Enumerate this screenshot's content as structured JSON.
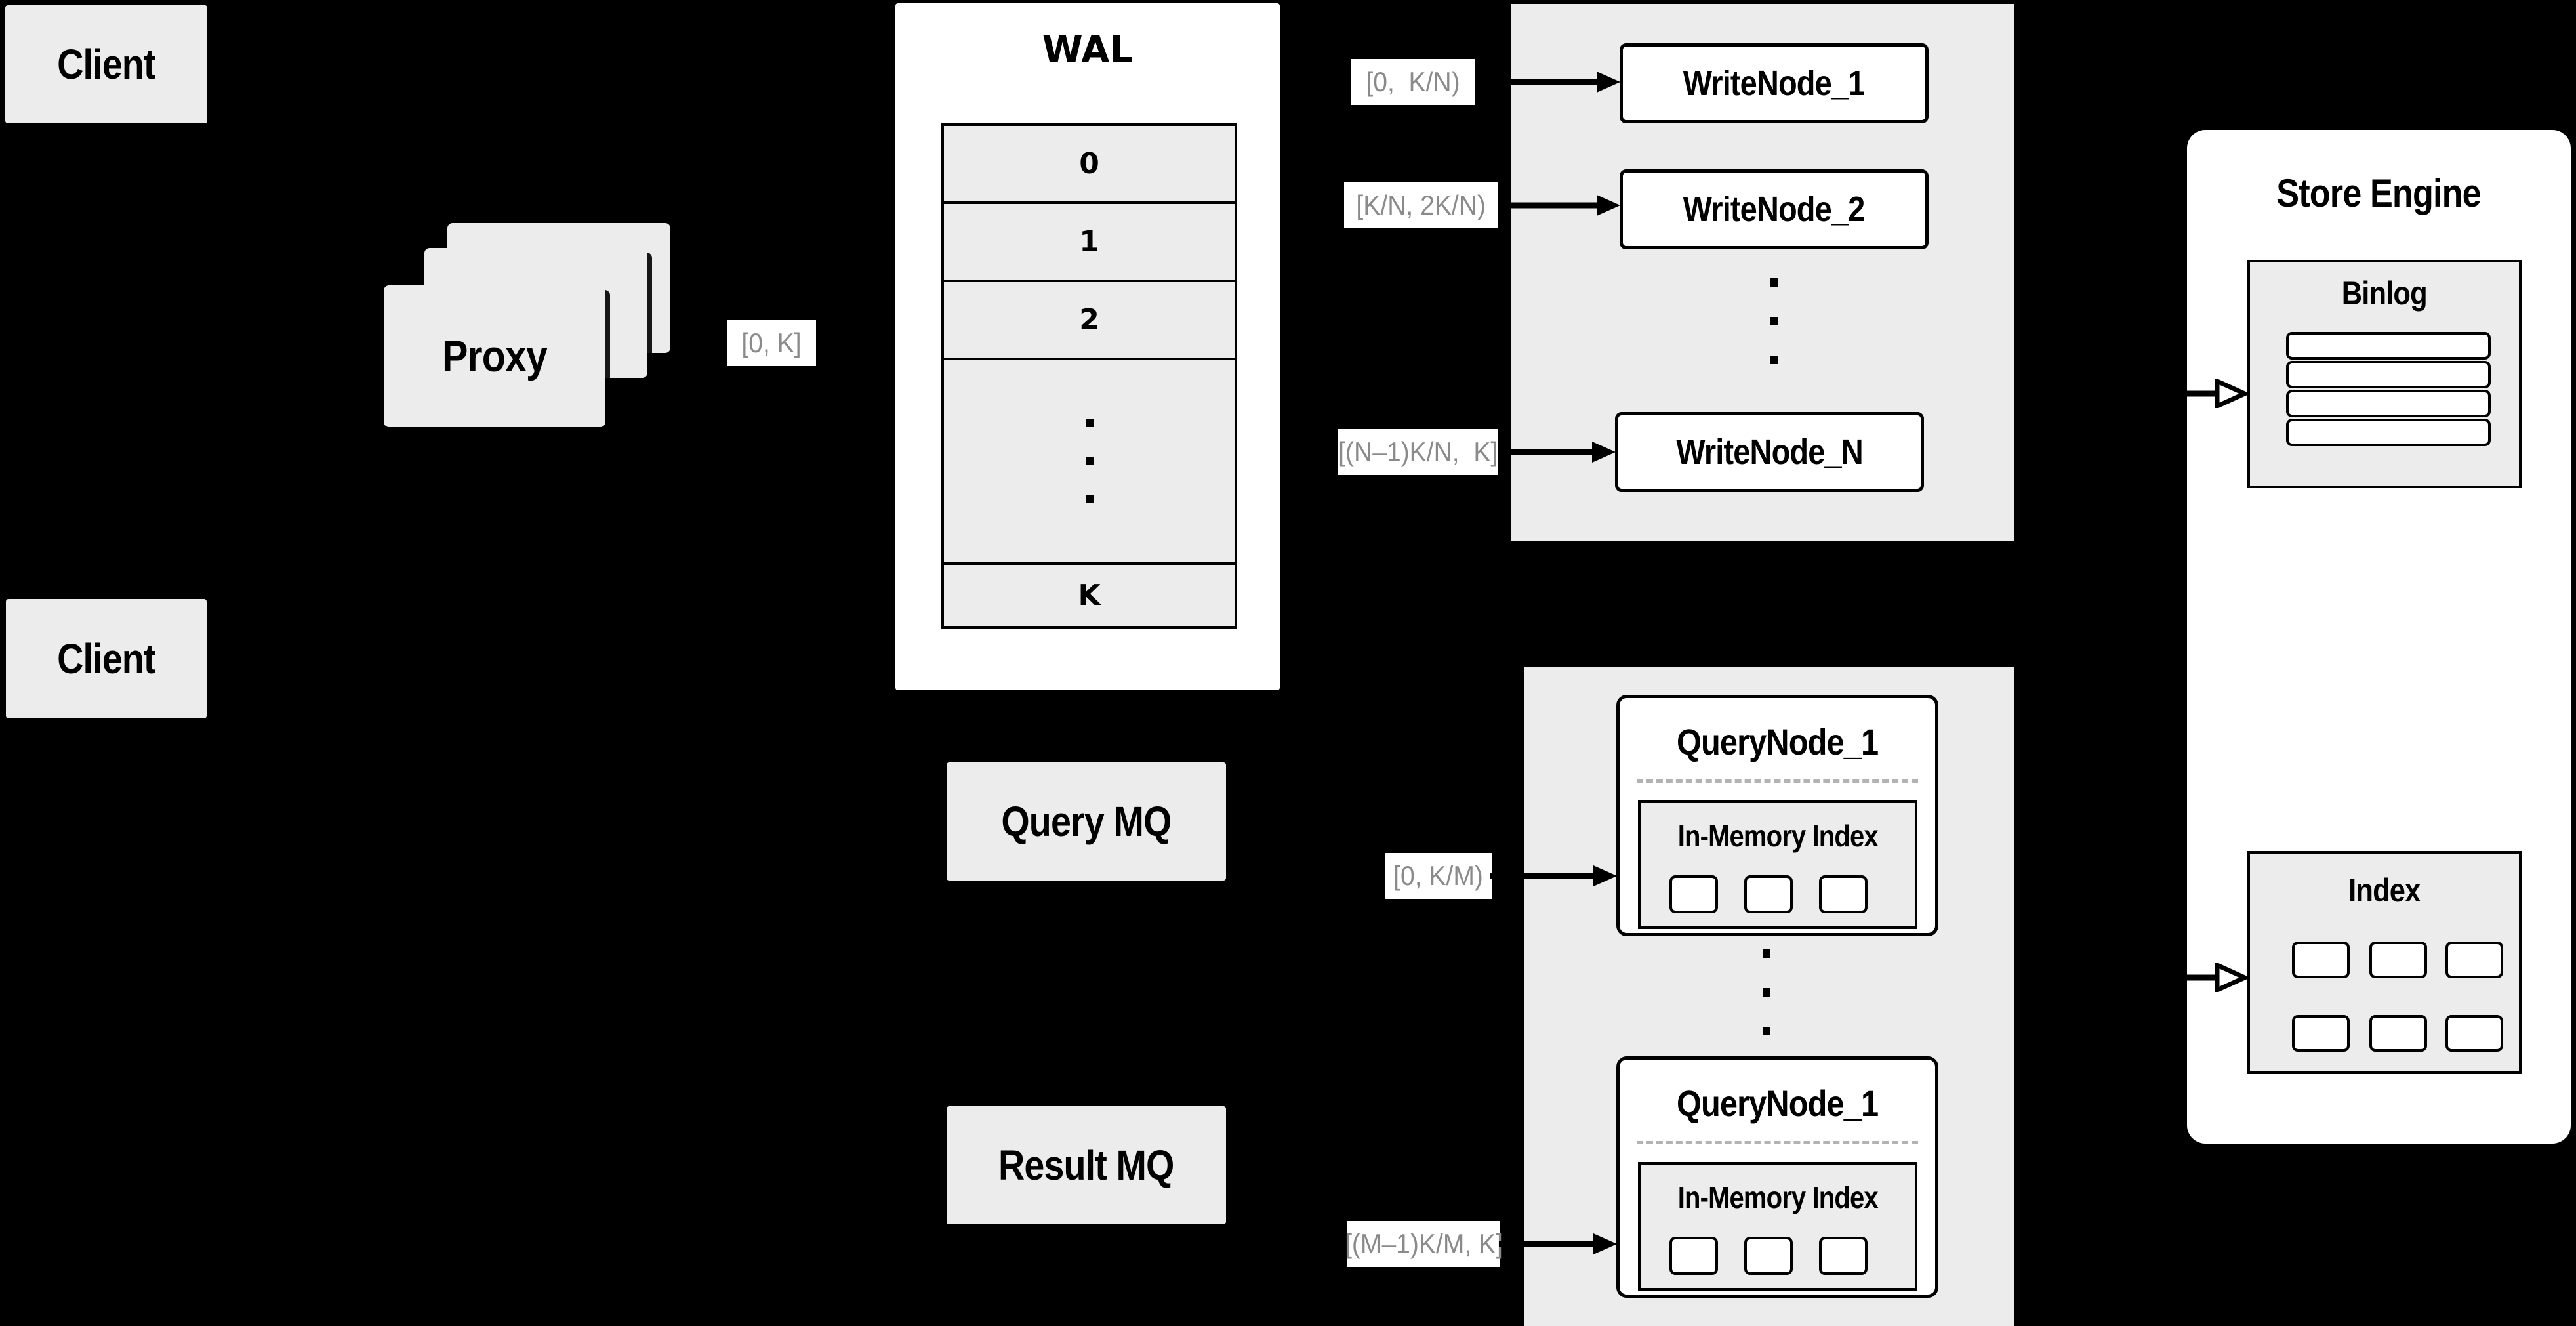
{
  "diagram": {
    "clients": {
      "top": "Client",
      "bottom": "Client"
    },
    "proxy": {
      "title": "Proxy"
    },
    "ranges": {
      "proxy_out": "[0, K]",
      "write": [
        "[0,  K/N)",
        "[K/N, 2K/N)",
        "[(N–1)K/N,  K]"
      ],
      "query": [
        "[0, K/M)",
        "[(M–1)K/M, K]"
      ]
    },
    "wal": {
      "title": "WAL",
      "rows": [
        "0",
        "1",
        "2"
      ],
      "last_row": "K"
    },
    "write_nodes": [
      "WriteNode_1",
      "WriteNode_2",
      "WriteNode_N"
    ],
    "mq": {
      "query": "Query MQ",
      "result": "Result MQ"
    },
    "query_nodes": [
      {
        "title": "QueryNode_1",
        "inner": "In-Memory Index"
      },
      {
        "title": "QueryNode_1",
        "inner": "In-Memory Index"
      }
    ],
    "store_engine": {
      "title": "Store Engine",
      "binlog": "Binlog",
      "index": "Index"
    },
    "colors": {
      "background": "#000000",
      "box_gray": "#ececec",
      "box_white": "#ffffff",
      "border": "#000000",
      "label_text": "#8a8a8a"
    }
  }
}
